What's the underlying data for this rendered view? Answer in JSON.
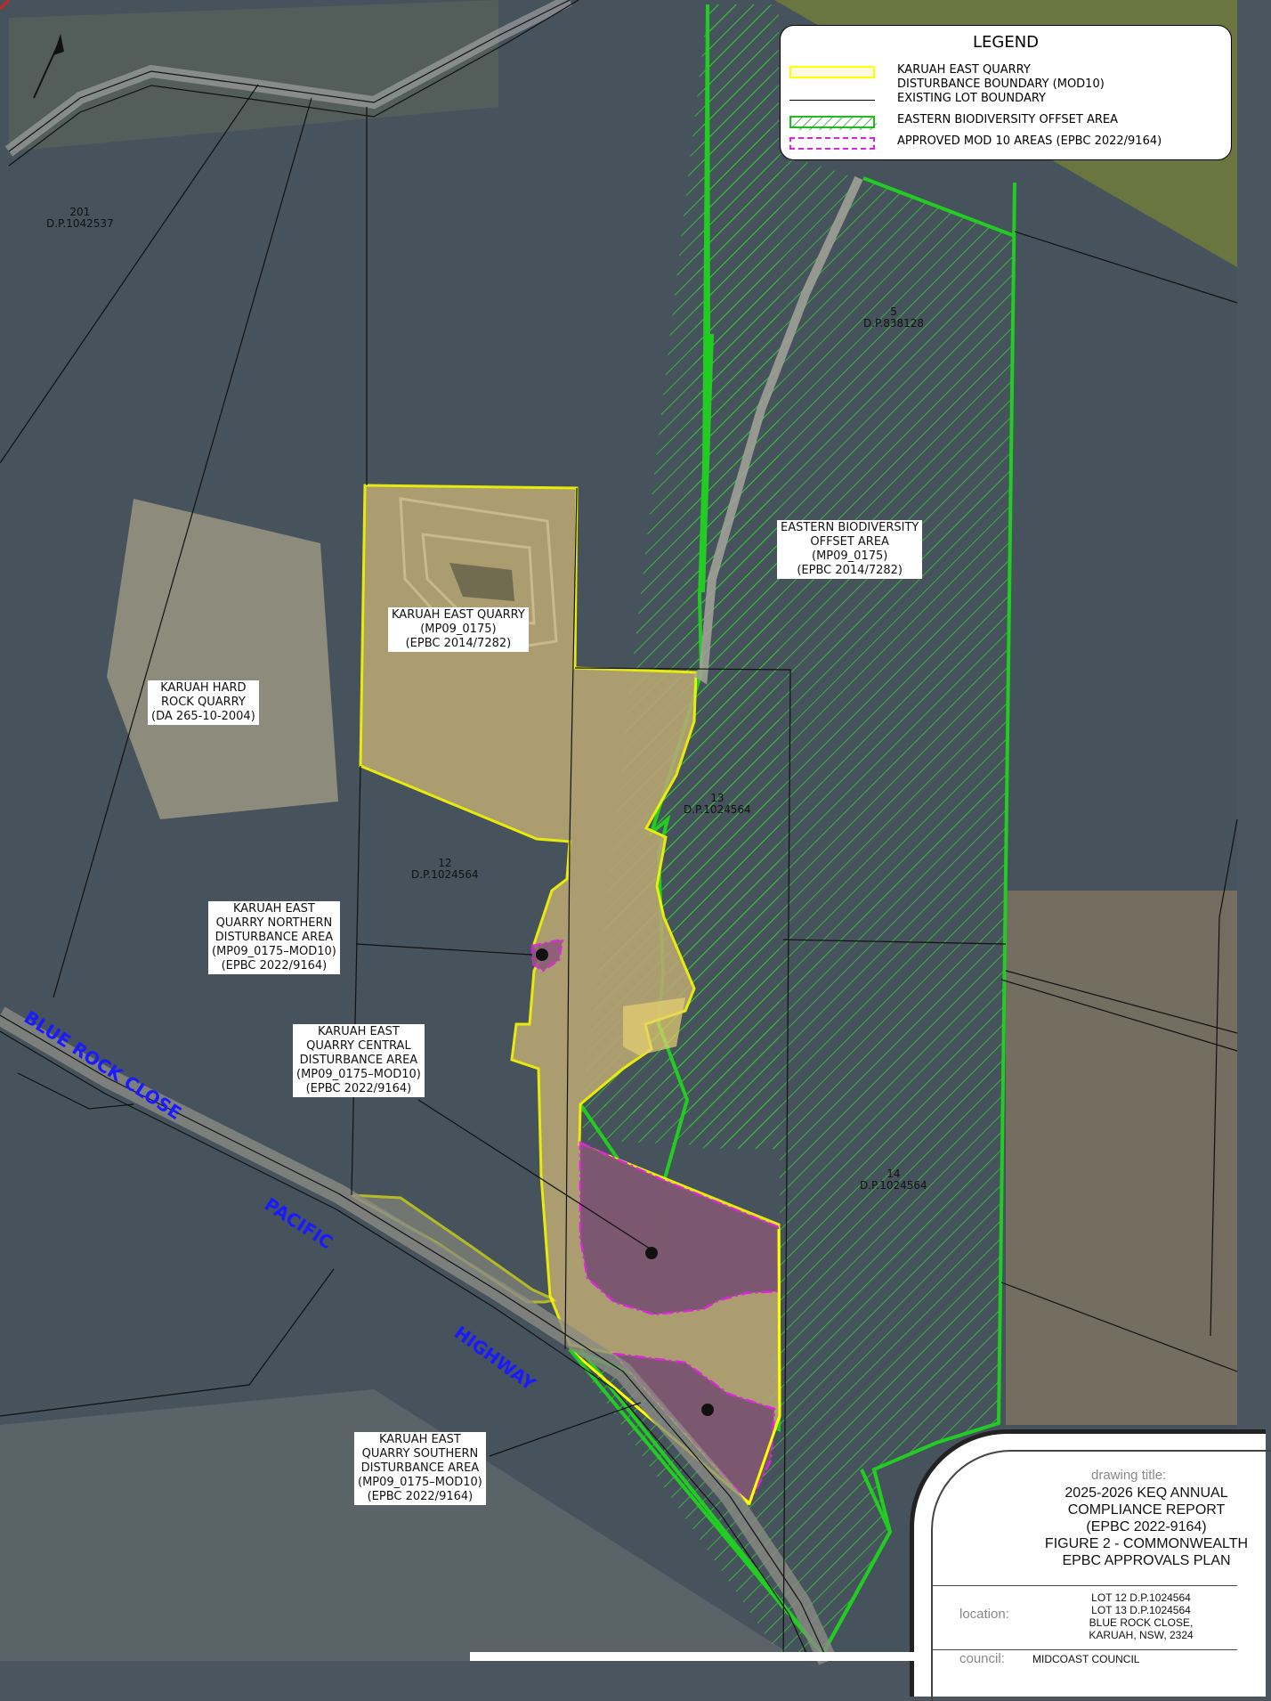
{
  "legend": {
    "title": "LEGEND",
    "items": [
      {
        "label_line1": "KARUAH EAST QUARRY",
        "label_line2": "DISTURBANCE BOUNDARY (MOD10)",
        "color": "#ffff00"
      },
      {
        "label_line1": "EXISTING LOT BOUNDARY",
        "color": "#000000"
      },
      {
        "label_line1": "EASTERN BIODIVERSITY OFFSET AREA",
        "color": "#22bb22"
      },
      {
        "label_line1": "APPROVED MOD 10 AREAS (EPBC 2022/9164)",
        "color": "#e020e0"
      }
    ]
  },
  "labels": {
    "keq": [
      "KARUAH EAST QUARRY",
      "(MP09_0175)",
      "(EPBC 2014/7282)"
    ],
    "khrq": [
      "KARUAH HARD",
      "ROCK QUARRY",
      "(DA 265-10-2004)"
    ],
    "ebo": [
      "EASTERN BIODIVERSITY",
      "OFFSET AREA",
      "(MP09_0175)",
      "(EPBC 2014/7282)"
    ],
    "north": [
      "KARUAH EAST",
      "QUARRY NORTHERN",
      "DISTURBANCE AREA",
      "(MP09_0175–MOD10)",
      "(EPBC 2022/9164)"
    ],
    "central": [
      "KARUAH EAST",
      "QUARRY CENTRAL",
      "DISTURBANCE AREA",
      "(MP09_0175–MOD10)",
      "(EPBC 2022/9164)"
    ],
    "south": [
      "KARUAH EAST",
      "QUARRY SOUTHERN",
      "DISTURBANCE AREA",
      "(MP09_0175–MOD10)",
      "(EPBC 2022/9164)"
    ]
  },
  "lots": {
    "lot201": [
      "201",
      "D.P.1042537"
    ],
    "lot5": [
      "5",
      "D.P.838128"
    ],
    "lot12": [
      "12",
      "D.P.1024564"
    ],
    "lot13": [
      "13",
      "D.P.1024564"
    ],
    "lot14": [
      "14",
      "D.P.1024564"
    ]
  },
  "roads": {
    "blue_rock": "BLUE ROCK CLOSE",
    "pacific": "PACIFIC",
    "highway": "HIGHWAY"
  },
  "title_block": {
    "caption_title": "drawing title:",
    "title_lines": [
      "2025-2026 KEQ ANNUAL",
      "COMPLIANCE REPORT",
      "(EPBC 2022-9164)",
      "FIGURE 2 - COMMONWEALTH",
      "EPBC APPROVALS PLAN"
    ],
    "caption_location": "location:",
    "location_lines": [
      "LOT 12 D.P.1024564",
      "LOT 13 D.P.1024564",
      "BLUE ROCK CLOSE,",
      "KARUAH, NSW, 2324"
    ],
    "caption_council": "council:",
    "council_value": "MIDCOAST COUNCIL"
  }
}
